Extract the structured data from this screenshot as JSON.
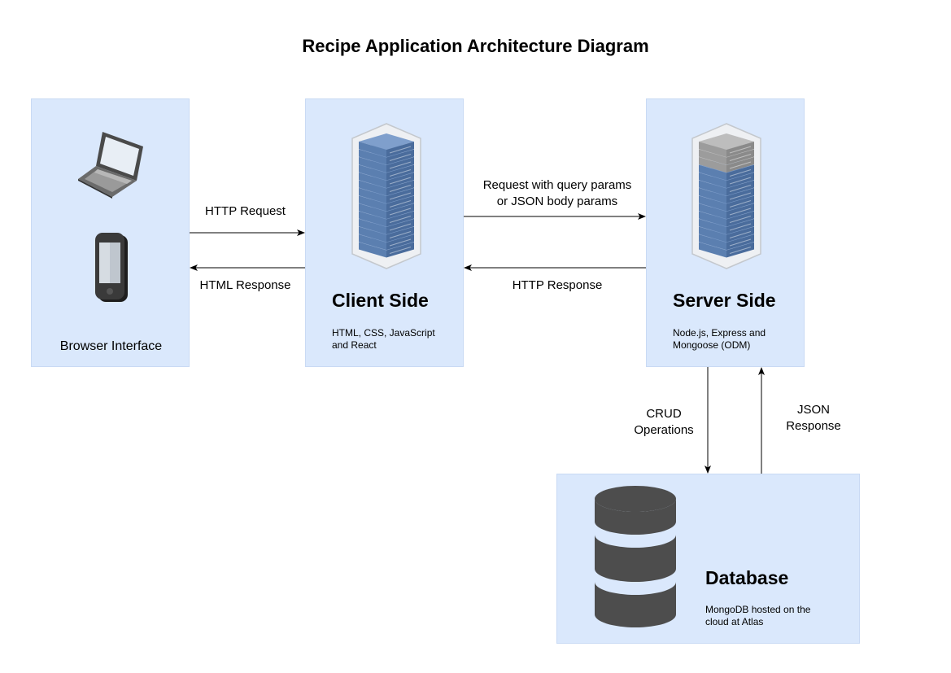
{
  "title": "Recipe Application Architecture Diagram",
  "browser": {
    "label": "Browser Interface",
    "icons": [
      "laptop-icon",
      "smartphone-icon"
    ]
  },
  "client": {
    "title": "Client Side",
    "desc_line1": "HTML, CSS, JavaScript",
    "desc_line2": "and React",
    "icon": "server-rack-icon"
  },
  "server": {
    "title": "Server Side",
    "desc_line1": "Node.js, Express and",
    "desc_line2": "Mongoose (ODM)",
    "icon": "server-rack-icon"
  },
  "database": {
    "title": "Database",
    "desc_line1": "MongoDB hosted on the",
    "desc_line2": "cloud at Atlas",
    "icon": "database-icon"
  },
  "edges": {
    "http_request": "HTTP Request",
    "html_response": "HTML Response",
    "query_line1": "Request with query params",
    "query_line2": "or JSON body params",
    "http_response": "HTTP Response",
    "crud_line1": "CRUD",
    "crud_line2": "Operations",
    "json_line1": "JSON",
    "json_line2": "Response"
  },
  "colors": {
    "box_fill": "#dae8fc",
    "rack_blue": "#5b7fb0",
    "db_fill": "#4d4d4d"
  }
}
